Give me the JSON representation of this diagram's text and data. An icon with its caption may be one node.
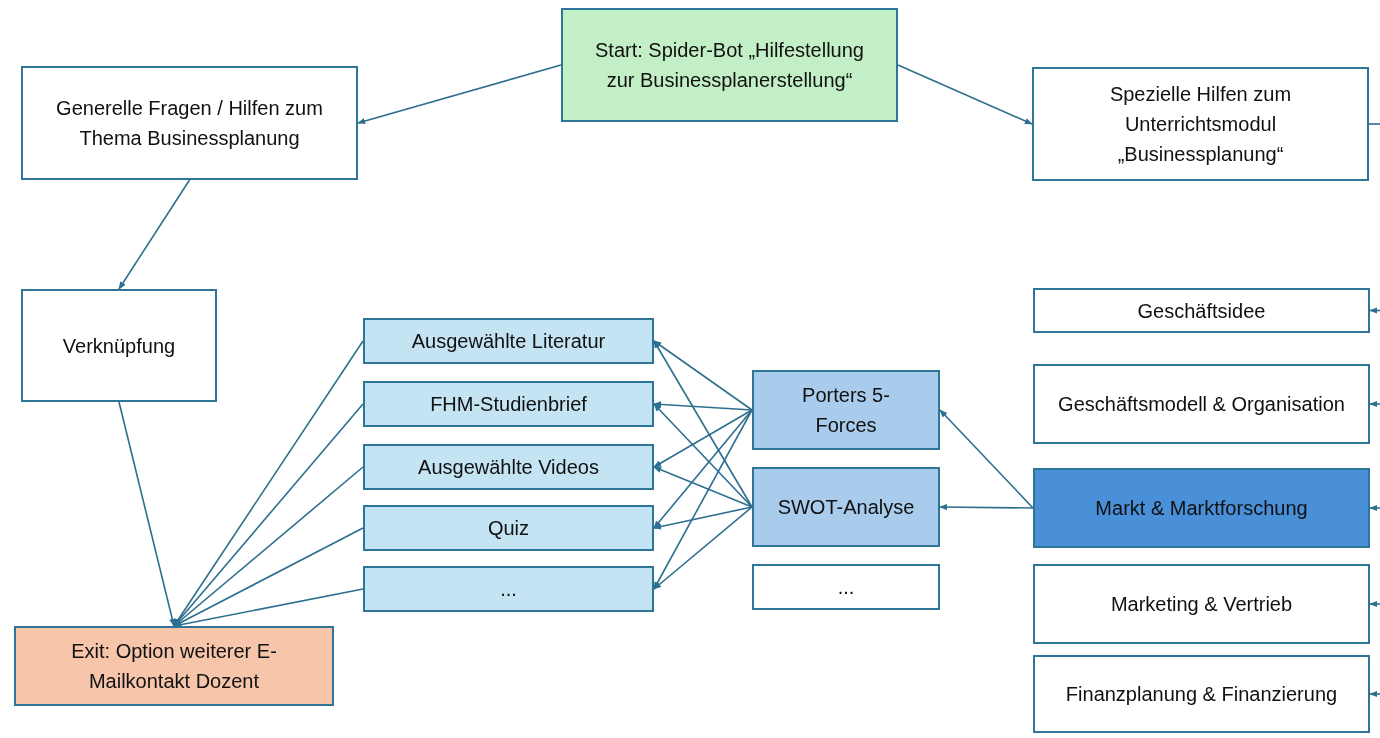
{
  "diagram": {
    "nodes": [
      {
        "text": [
          "Start: Spider-Bot „Hilfestellung zur Businessplanerstellung“"
        ]
      },
      {
        "text": [
          "Generelle Fragen / Hilfen zum Thema Businessplanung"
        ]
      },
      {
        "text": [
          "Spezielle Hilfen zum Unterrichtsmodul „Businessplanung“"
        ]
      },
      {
        "text": [
          "Verknüpfung"
        ]
      },
      {
        "text": [
          "Ausgewählte Literatur"
        ]
      },
      {
        "text": [
          "FHM-Studienbrief"
        ]
      },
      {
        "text": [
          "Ausgewählte Videos"
        ]
      },
      {
        "text": [
          "Quiz"
        ]
      },
      {
        "text": [
          "..."
        ]
      },
      {
        "text": [
          "Porters 5-Forces"
        ]
      },
      {
        "text": [
          "SWOT-Analyse"
        ]
      },
      {
        "text": [
          "..."
        ]
      },
      {
        "text": [
          "Geschäftsidee"
        ]
      },
      {
        "text": [
          "Geschäftsmodell & Organisation"
        ]
      },
      {
        "text": [
          "Markt & Marktforschung"
        ]
      },
      {
        "text": [
          "Marketing & Vertrieb"
        ]
      },
      {
        "text": [
          "Finanzplanung & Finanzierung"
        ]
      },
      {
        "text": [
          "Exit: Option weiterer E-Mailkontakt Dozent"
        ]
      }
    ],
    "edges": [
      {
        "from": 0,
        "to": 1,
        "arrow": "to"
      },
      {
        "from": 0,
        "to": 2,
        "arrow": "to"
      },
      {
        "from": 1,
        "to": 3,
        "arrow": "to"
      },
      {
        "from": 3,
        "to": 17,
        "arrow": "to"
      },
      {
        "from": 4,
        "to": 17,
        "arrow": "to"
      },
      {
        "from": 5,
        "to": 17,
        "arrow": "to"
      },
      {
        "from": 6,
        "to": 17,
        "arrow": "to"
      },
      {
        "from": 7,
        "to": 17,
        "arrow": "to"
      },
      {
        "from": 8,
        "to": 17,
        "arrow": "to"
      },
      {
        "from": 9,
        "to": 4,
        "arrow": "to"
      },
      {
        "from": 9,
        "to": 5,
        "arrow": "to"
      },
      {
        "from": 9,
        "to": 6,
        "arrow": "to"
      },
      {
        "from": 9,
        "to": 7,
        "arrow": "to"
      },
      {
        "from": 9,
        "to": 8,
        "arrow": "to"
      },
      {
        "from": 10,
        "to": 4,
        "arrow": "to"
      },
      {
        "from": 10,
        "to": 5,
        "arrow": "to"
      },
      {
        "from": 10,
        "to": 6,
        "arrow": "to"
      },
      {
        "from": 10,
        "to": 7,
        "arrow": "to"
      },
      {
        "from": 10,
        "to": 8,
        "arrow": "to"
      },
      {
        "from": 14,
        "to": 9,
        "arrow": "to"
      },
      {
        "from": 14,
        "to": 10,
        "arrow": "to"
      },
      {
        "from": 2,
        "to": null,
        "arrow": "none"
      },
      {
        "from": null,
        "to": 12,
        "arrow": "to"
      },
      {
        "from": null,
        "to": 13,
        "arrow": "to"
      },
      {
        "from": null,
        "to": 14,
        "arrow": "to"
      },
      {
        "from": null,
        "to": 15,
        "arrow": "to"
      },
      {
        "from": null,
        "to": 16,
        "arrow": "to"
      }
    ]
  }
}
